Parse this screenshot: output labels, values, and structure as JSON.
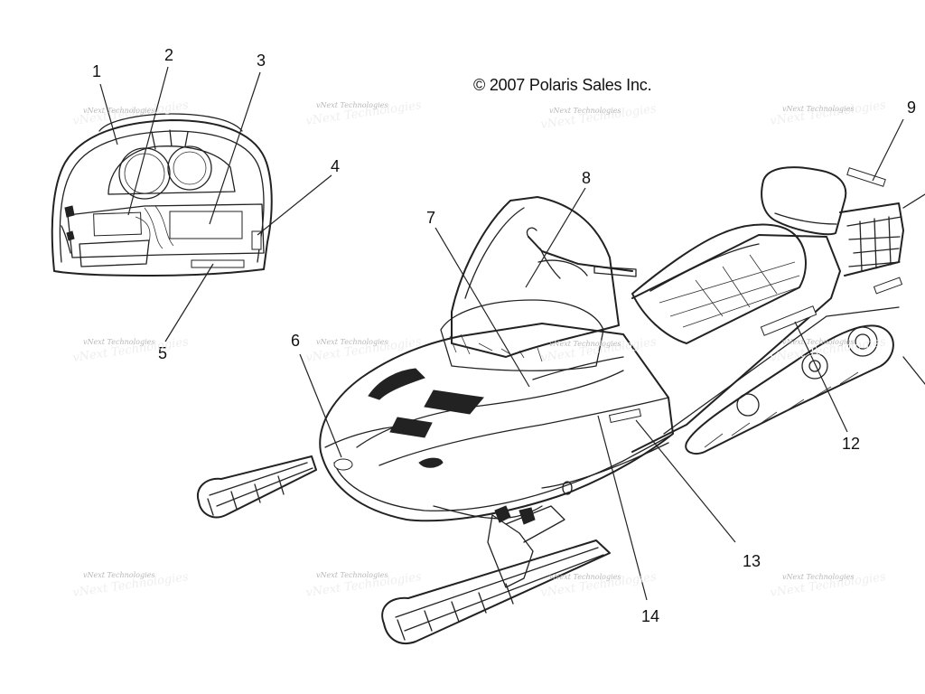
{
  "copyright": "© 2007 Polaris Sales Inc.",
  "watermark": "vNext Technologies",
  "callouts": [
    {
      "id": "1",
      "label": "1"
    },
    {
      "id": "2",
      "label": "2"
    },
    {
      "id": "3",
      "label": "3"
    },
    {
      "id": "4",
      "label": "4"
    },
    {
      "id": "5",
      "label": "5"
    },
    {
      "id": "6",
      "label": "6"
    },
    {
      "id": "7",
      "label": "7"
    },
    {
      "id": "8",
      "label": "8"
    },
    {
      "id": "9",
      "label": "9"
    },
    {
      "id": "12",
      "label": "12"
    },
    {
      "id": "13",
      "label": "13"
    },
    {
      "id": "14",
      "label": "14"
    }
  ]
}
